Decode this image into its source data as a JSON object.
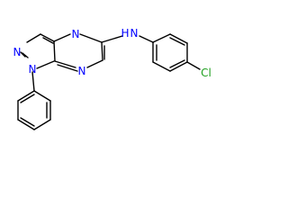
{
  "molecule": {
    "atoms": {
      "n_pyrazole_top": {
        "text": "N",
        "color": "#0000ff"
      },
      "n_pyrazole_n1": {
        "text": "N",
        "color": "#0000ff"
      },
      "n_pyrazine_top": {
        "text": "N",
        "color": "#0000ff"
      },
      "n_pyrazine_bottom": {
        "text": "N",
        "color": "#0000ff"
      },
      "nh_n": {
        "text": "N",
        "color": "#0000ff"
      },
      "nh_h": {
        "text": "H",
        "color": "#0000ff"
      },
      "chlorine": {
        "text": "Cl",
        "color": "#1fa01f"
      }
    }
  }
}
